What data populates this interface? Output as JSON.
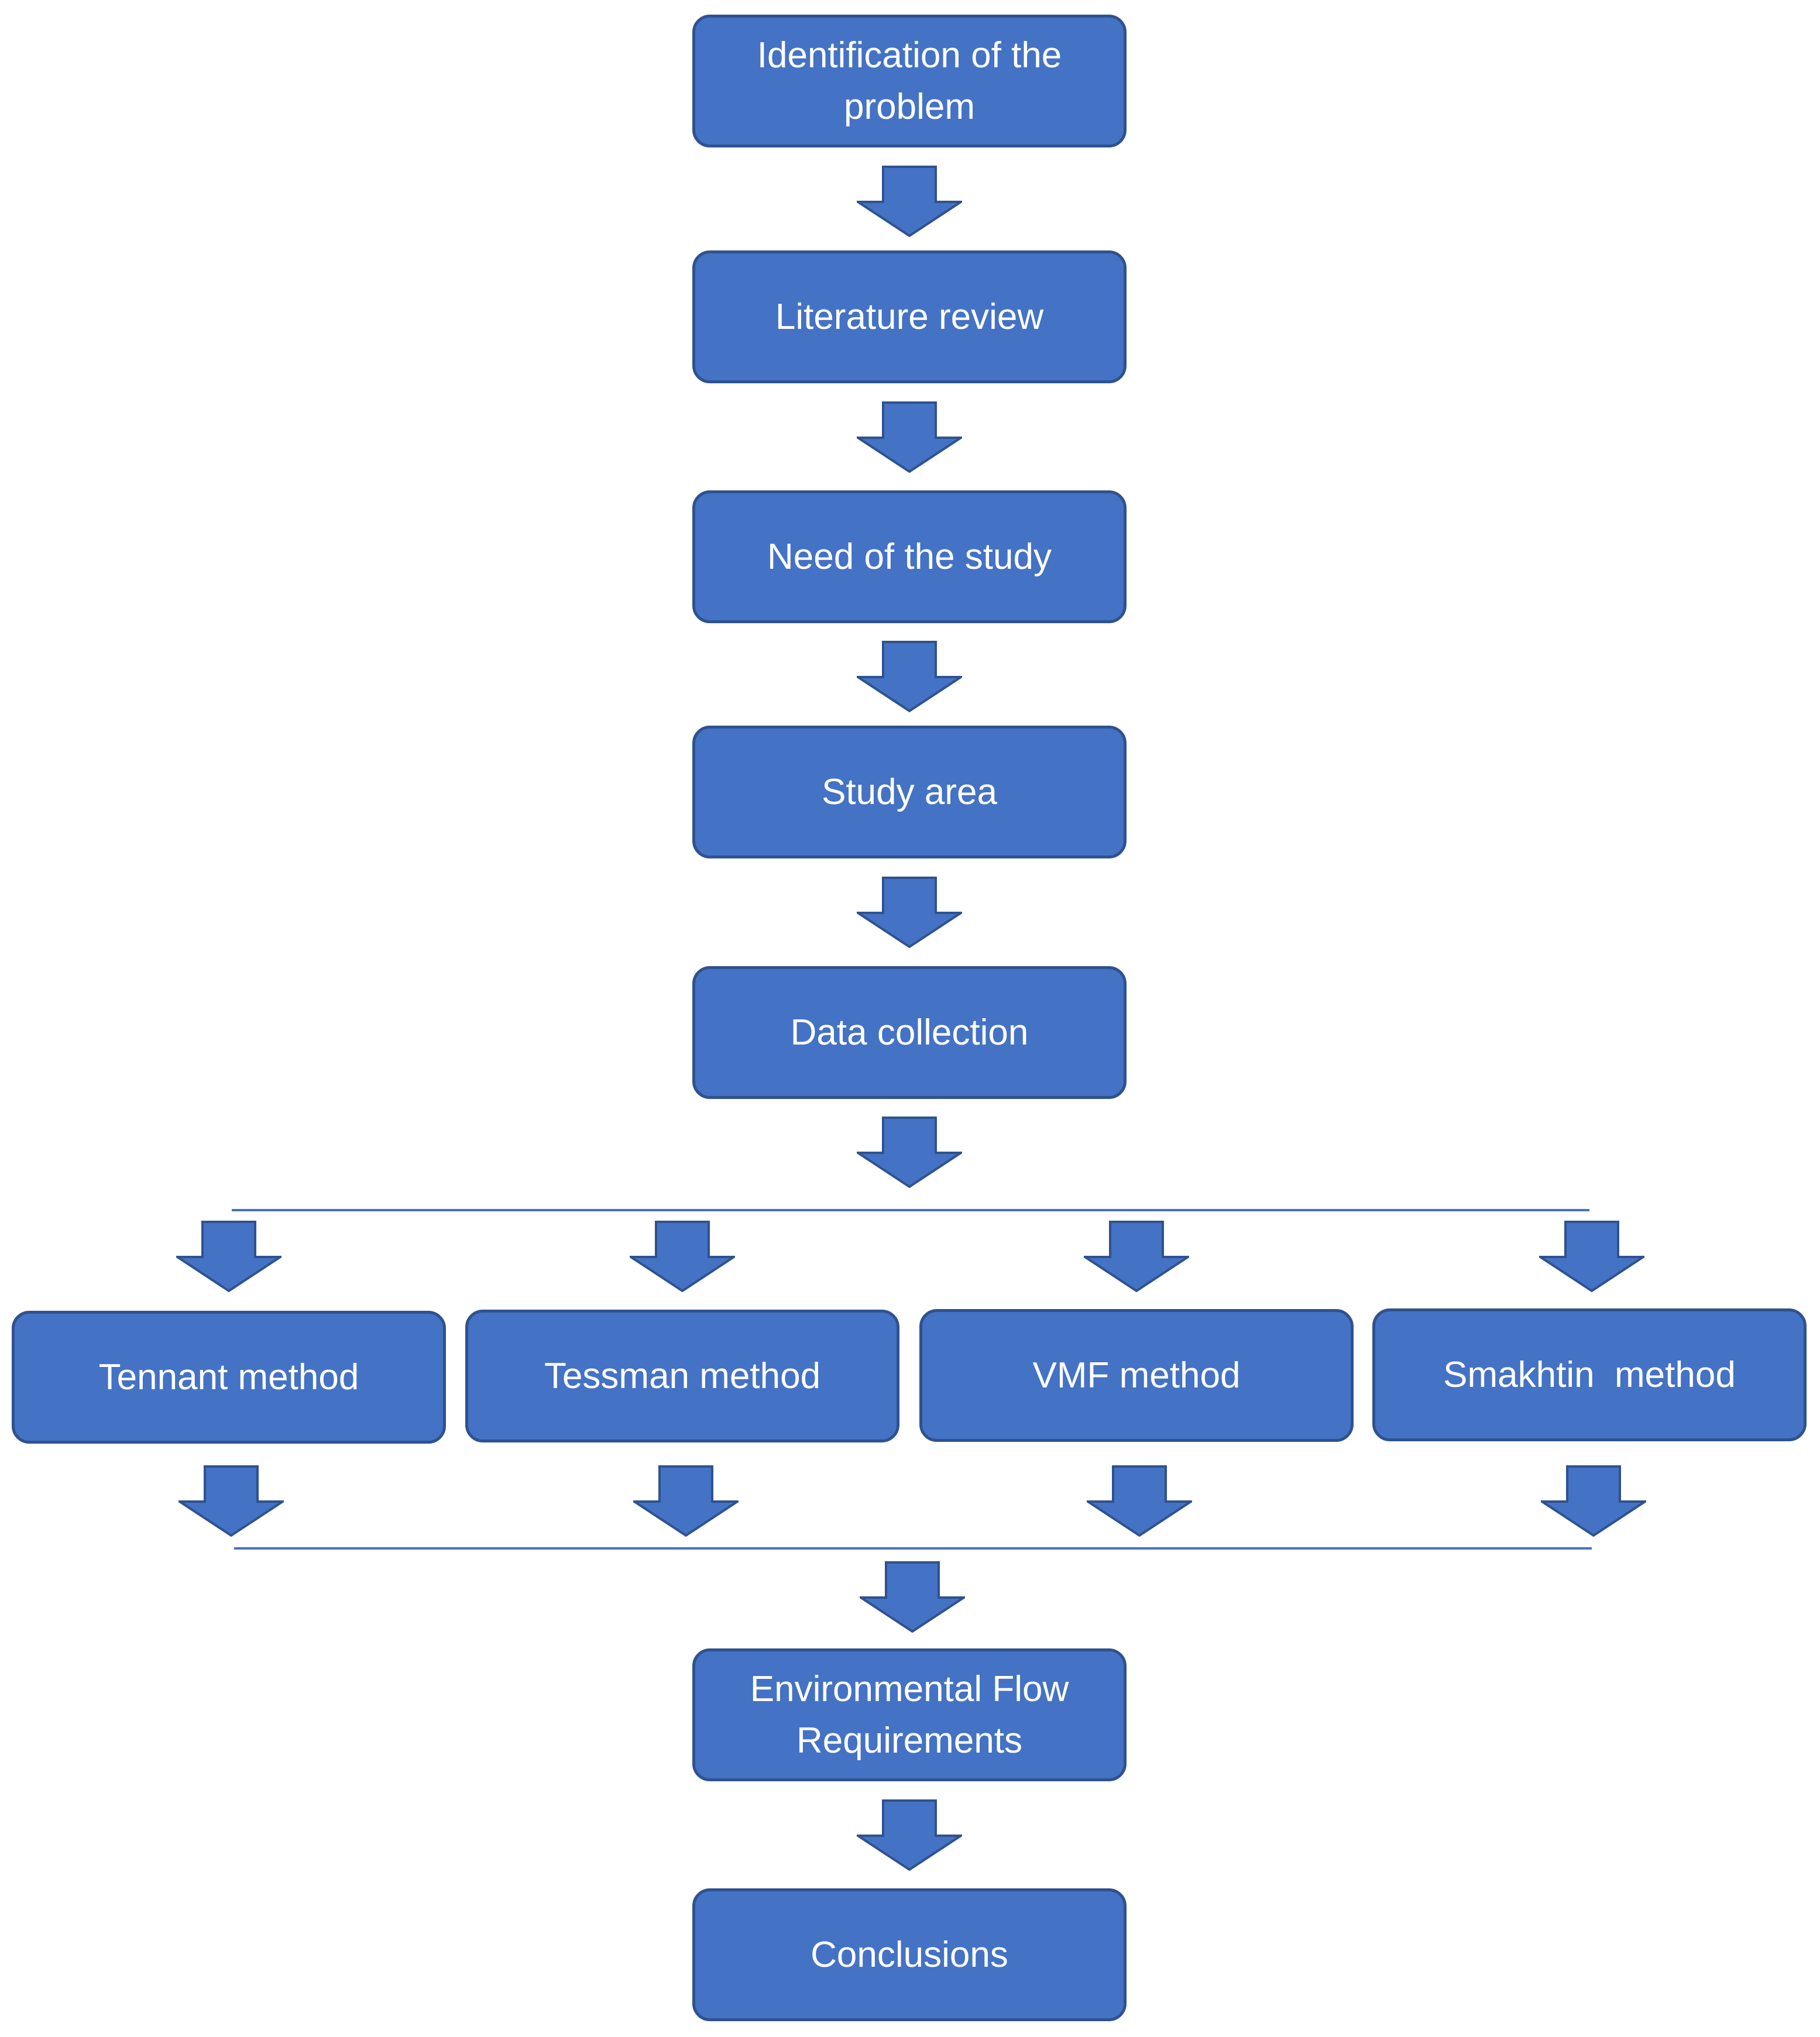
{
  "diagram": {
    "steps": {
      "identification": "Identification of the problem",
      "literature": "Literature review",
      "need": "Need of the study",
      "study_area": "Study area",
      "data_collection": "Data collection",
      "efr": "Environmental Flow Requirements",
      "conclusions": "Conclusions"
    },
    "methods": {
      "tennant": "Tennant method",
      "tessman": "Tessman method",
      "vmf": "VMF method",
      "smakhtin": "Smakhtin  method"
    }
  },
  "colors": {
    "box_fill": "#4472c4",
    "box_border": "#2f528f",
    "text": "#ffffff",
    "background": "#ffffff"
  },
  "icons": {
    "arrow": "down-arrow-icon"
  }
}
